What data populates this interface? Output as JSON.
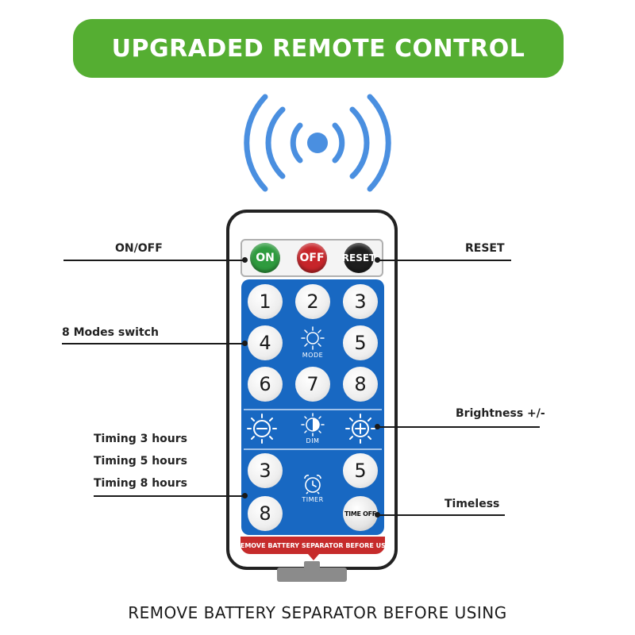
{
  "banner": {
    "title": "UPGRADED REMOTE CONTROL",
    "color": "#55ae32"
  },
  "signal": {
    "icon": "wireless-signal-icon",
    "color": "#4a8fe0"
  },
  "remote": {
    "top_buttons": {
      "on": {
        "label": "ON",
        "color": "#2e9b3e"
      },
      "off": {
        "label": "OFF",
        "color": "#c7252a"
      },
      "reset": {
        "label": "RESET",
        "color": "#1e1e1e"
      }
    },
    "modes": [
      "1",
      "2",
      "3",
      "4",
      "5",
      "6",
      "7",
      "8"
    ],
    "mode_icon": {
      "icon": "sun-mode-icon",
      "label": "MODE"
    },
    "dim": {
      "minus_icon": "brightness-minus-icon",
      "center_icon": "dim-icon",
      "label": "DIM",
      "plus_icon": "brightness-plus-icon"
    },
    "timer": {
      "buttons": [
        "3",
        "5",
        "8"
      ],
      "icon": "alarm-clock-icon",
      "label": "TIMER",
      "time_off_label": "TIME OFF"
    },
    "separator_text": "REMOVE BATTERY SEPARATOR BEFORE USE",
    "panel_color": "#1868c2",
    "separator_color": "#c62b2b"
  },
  "callouts": {
    "on_off": "ON/OFF",
    "reset": "RESET",
    "modes": "8 Modes switch",
    "brightness": "Brightness +/-",
    "timing_3": "Timing 3 hours",
    "timing_5": "Timing 5 hours",
    "timing_8": "Timing 8 hours",
    "timeless": "Timeless"
  },
  "footer": "REMOVE BATTERY SEPARATOR BEFORE USING"
}
